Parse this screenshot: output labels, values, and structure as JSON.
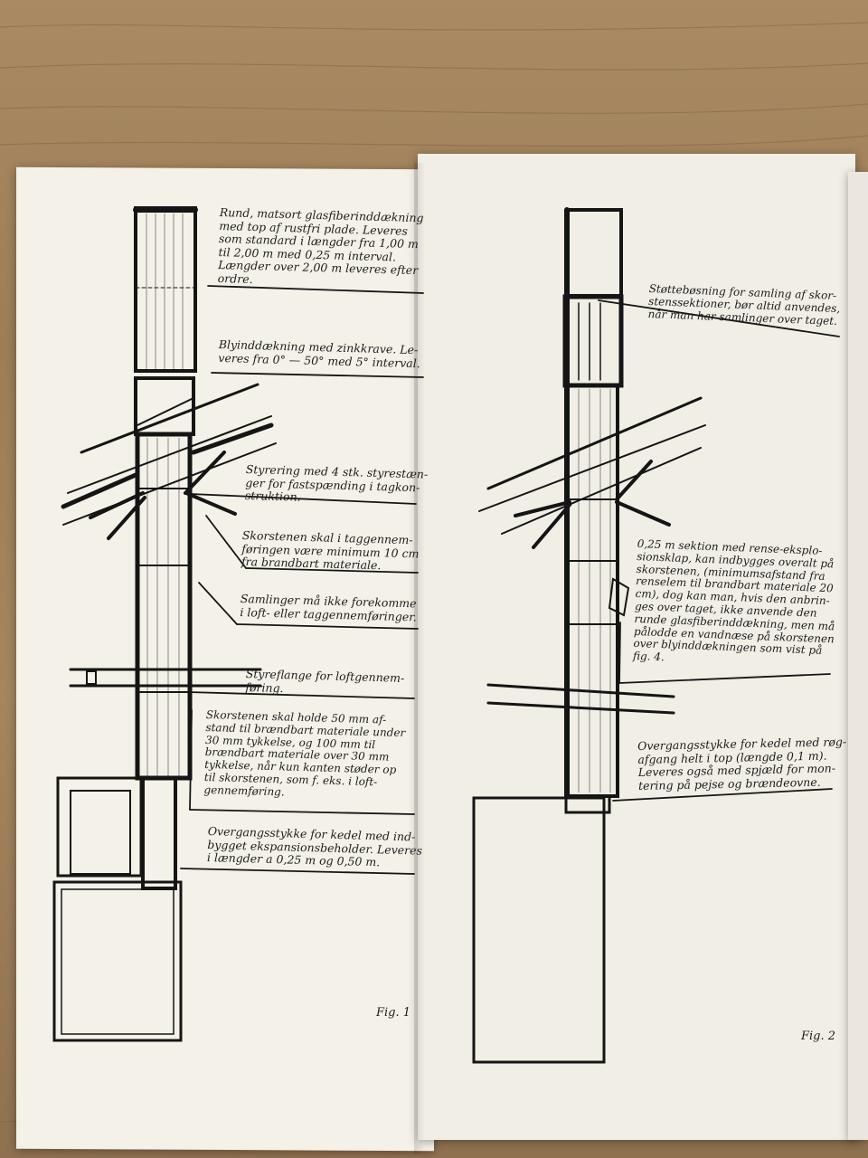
{
  "left_page": {
    "captions": {
      "top_liner": "Rund, matsort glasfiberinddækning\nmed top af rustfri plade. Leveres\nsom standard i længder fra 1,00 m\ntil 2,00 m med 0,25 m interval.\nLængder over 2,00 m leveres efter\nordre.",
      "lead_flashing": "Blyinddækning med zinkkrave. Le-\nveres fra 0° — 50° med 5° interval.",
      "guide": "Styrering med 4 stk. styrestæn-\nger for fastspænding i tagkon-\nstruktion.",
      "roof_distance": "Skorstenen skal i taggennem-\nføringen være minimum 10 cm\nfra brandbart materiale.",
      "joints": "Samlinger må ikke forekomme\ni loft- eller taggennemføringer.",
      "ceiling_flange": "Styreflange for loftgennem-\nføring.",
      "clearance": "Skorstenen skal holde 50 mm af-\nstand til brændbart materiale under\n30 mm tykkelse, og 100 mm til\nbrændbart materiale over 30 mm\ntykkelse, når kun kanten støder op\ntil skorstenen, som f. eks. i loft-\ngennemføring.",
      "boiler_adapter": "Overgangsstykke for kedel med ind-\nbygget ekspansionsbeholder. Leveres\ni længder a 0,25 m og 0,50 m."
    },
    "figure_label": "Fig. 1"
  },
  "right_page": {
    "captions": {
      "support_sleeve": "Støttebøsning for samling af skor-\nstenssektioner, bør altid anvendes,\nnår man har samlinger over taget.",
      "cleanout_section": "0,25 m sektion med rense-eksplo-\nsionsklap, kan indbygges overalt på\nskorstenen, (minimumsafstand fra\nrenselem til brandbart materiale 20\ncm), dog kan man, hvis den anbrin-\nges over taget, ikke anvende den\nrunde glasfiberinddækning, men må\npålodde en vandnæse på skorstenen\nover blyinddækningen som vist på\nfig. 4.",
      "flue_adapter": "Overgangsstykke for kedel med røg-\nafgang helt i top (længde 0,1 m).\nLeveres også med spjæld for mon-\ntering på pejse og brændeovne."
    },
    "figure_label": "Fig. 2"
  },
  "colors": {
    "paper": "#f4f1e8",
    "ink": "#1c1c1c",
    "wood": "#a4855e"
  }
}
